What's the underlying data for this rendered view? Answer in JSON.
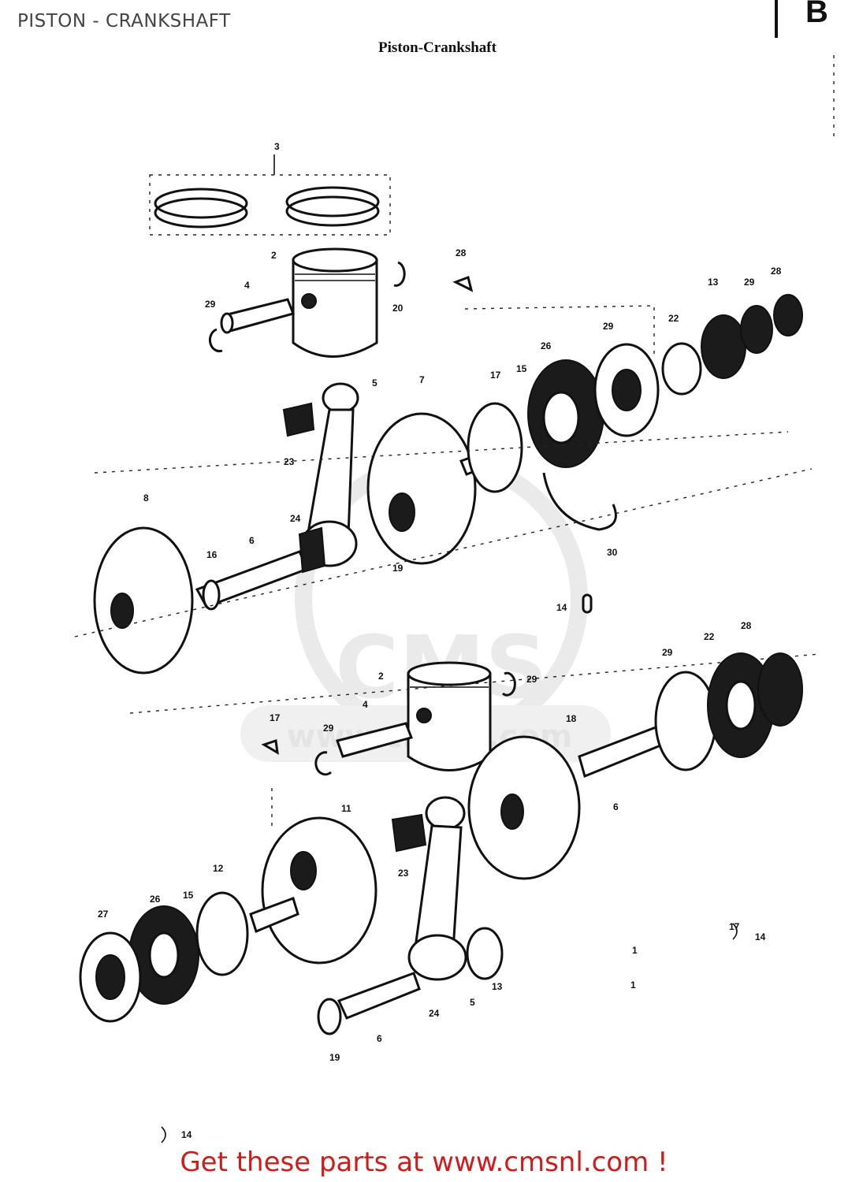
{
  "header": {
    "title": "PISTON - CRANKSHAFT",
    "diagram_heading": "Piston-Crankshaft",
    "corner_code": "B"
  },
  "watermark": {
    "brand": "CMS",
    "url": "www.cmsnl.com"
  },
  "footer": {
    "cta": "Get these parts at www.cmsnl.com !"
  },
  "callouts": [
    "3",
    "2",
    "4",
    "29",
    "20",
    "28",
    "13",
    "29",
    "28",
    "22",
    "29",
    "26",
    "17",
    "15",
    "5",
    "7",
    "23",
    "8",
    "16",
    "24",
    "6",
    "19",
    "30",
    "14",
    "22",
    "29",
    "28",
    "2",
    "29",
    "4",
    "29",
    "17",
    "18",
    "6",
    "11",
    "12",
    "23",
    "27",
    "26",
    "15",
    "17",
    "14",
    "13",
    "24",
    "5",
    "6",
    "19",
    "1",
    "14",
    "1"
  ],
  "colors": {
    "ink": "#111111",
    "title": "#444444",
    "cta": "#d21a1a",
    "watermark": "#d9d9d9"
  }
}
